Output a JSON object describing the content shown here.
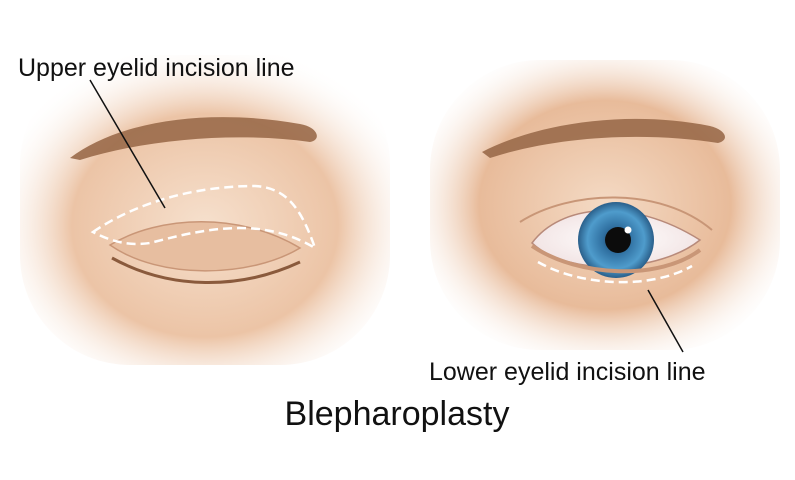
{
  "title": "Blepharoplasty",
  "labels": {
    "upper": "Upper eyelid incision line",
    "lower": "Lower eyelid incision line"
  },
  "panels": [
    {
      "name": "closed-eye",
      "state": "closed",
      "incision": "upper eyelid crease"
    },
    {
      "name": "open-eye",
      "state": "open",
      "incision": "below lower lash line"
    }
  ],
  "colors": {
    "skin_light": "#f3d9c3",
    "skin_mid": "#e9bfa1",
    "brow": "#9a6a4a",
    "iris": "#3f86b3",
    "incision": "#ffffff"
  }
}
